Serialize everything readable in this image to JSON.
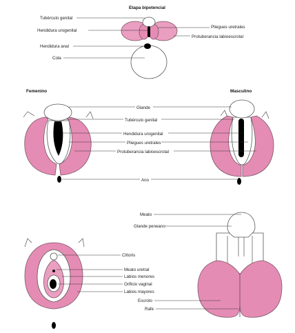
{
  "headers": {
    "bipotential": "Etapa bipotencial",
    "female": "Femenino",
    "male": "Masculino"
  },
  "stage1": {
    "tuberculo_genital": "Tubérculo genital",
    "hendidura_urogenital": "Hendidura urogenital",
    "hendidura_anal": "Hendidura anal",
    "cola": "Cola",
    "pliegues_uretrales": "Pliegues uretrales",
    "protuberancia_labioescrotal": "Protuberancia labioescrotal"
  },
  "stage2": {
    "glande": "Glande",
    "tuberculo_genital": "Tubérculo genital",
    "hendidura_urogenital": "Hendidura urogenital",
    "pliegues_uretrales": "Pliegues uretrales",
    "protuberancia_labioescrotal": "Protuberancia labioescrotal",
    "ano": "Ano"
  },
  "stage3": {
    "meato": "Meato",
    "glande_peneano": "Glande peneano",
    "clitoris": "Clítoris",
    "meato_uretral": "Meato uretral",
    "labios_menores": "Labios menores",
    "orificio_vaginal": "Orificio vaginal",
    "labios_mayores": "Labios mayores",
    "escroto": "Escroto",
    "rafe": "Rafe"
  },
  "colors": {
    "pink": "#e58cb4",
    "outline": "#555555"
  }
}
